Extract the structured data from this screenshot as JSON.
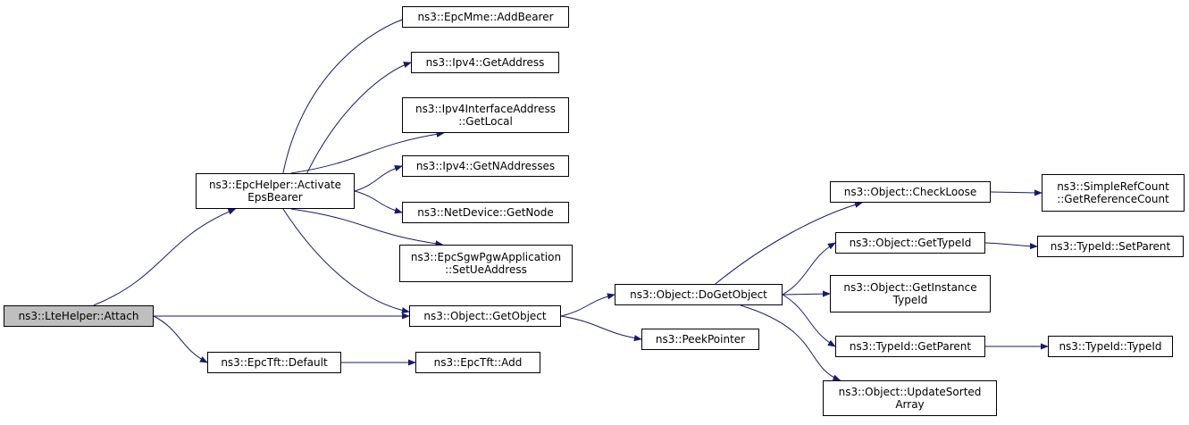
{
  "diagram": {
    "type": "call-graph",
    "colors": {
      "edge": "#191970",
      "root_fill": "#bfbfbf",
      "node_fill": "#ffffff",
      "border": "#000000"
    },
    "nodes": [
      {
        "id": "attach",
        "label": "ns3::LteHelper::Attach",
        "root": true
      },
      {
        "id": "activate",
        "label": "ns3::EpcHelper::Activate\nEpsBearer"
      },
      {
        "id": "default",
        "label": "ns3::EpcTft::Default"
      },
      {
        "id": "getobject",
        "label": "ns3::Object::GetObject"
      },
      {
        "id": "addbearer",
        "label": "ns3::EpcMme::AddBearer"
      },
      {
        "id": "getaddress",
        "label": "ns3::Ipv4::GetAddress"
      },
      {
        "id": "getlocal",
        "label": "ns3::Ipv4InterfaceAddress\n::GetLocal"
      },
      {
        "id": "getnaddresses",
        "label": "ns3::Ipv4::GetNAddresses"
      },
      {
        "id": "getnode",
        "label": "ns3::NetDevice::GetNode"
      },
      {
        "id": "setueaddress",
        "label": "ns3::EpcSgwPgwApplication\n::SetUeAddress"
      },
      {
        "id": "add",
        "label": "ns3::EpcTft::Add"
      },
      {
        "id": "dogetobject",
        "label": "ns3::Object::DoGetObject"
      },
      {
        "id": "peekpointer",
        "label": "ns3::PeekPointer"
      },
      {
        "id": "checkloose",
        "label": "ns3::Object::CheckLoose"
      },
      {
        "id": "gettypeid",
        "label": "ns3::Object::GetTypeId"
      },
      {
        "id": "getinstancetypeid",
        "label": "ns3::Object::GetInstance\nTypeId"
      },
      {
        "id": "getparent",
        "label": "ns3::TypeId::GetParent"
      },
      {
        "id": "updatesortedarray",
        "label": "ns3::Object::UpdateSorted\nArray"
      },
      {
        "id": "getreferencecount",
        "label": "ns3::SimpleRefCount\n::GetReferenceCount"
      },
      {
        "id": "setparent",
        "label": "ns3::TypeId::SetParent"
      },
      {
        "id": "typeid",
        "label": "ns3::TypeId::TypeId"
      }
    ],
    "edges": [
      {
        "from": "attach",
        "to": "activate"
      },
      {
        "from": "attach",
        "to": "getobject"
      },
      {
        "from": "attach",
        "to": "default"
      },
      {
        "from": "activate",
        "to": "addbearer"
      },
      {
        "from": "activate",
        "to": "getaddress"
      },
      {
        "from": "activate",
        "to": "getlocal"
      },
      {
        "from": "activate",
        "to": "getnaddresses"
      },
      {
        "from": "activate",
        "to": "getnode"
      },
      {
        "from": "activate",
        "to": "setueaddress"
      },
      {
        "from": "activate",
        "to": "getobject"
      },
      {
        "from": "default",
        "to": "add"
      },
      {
        "from": "getobject",
        "to": "dogetobject"
      },
      {
        "from": "getobject",
        "to": "peekpointer"
      },
      {
        "from": "dogetobject",
        "to": "checkloose"
      },
      {
        "from": "dogetobject",
        "to": "gettypeid"
      },
      {
        "from": "dogetobject",
        "to": "getinstancetypeid"
      },
      {
        "from": "dogetobject",
        "to": "getparent"
      },
      {
        "from": "dogetobject",
        "to": "updatesortedarray"
      },
      {
        "from": "checkloose",
        "to": "getreferencecount"
      },
      {
        "from": "gettypeid",
        "to": "setparent"
      },
      {
        "from": "getparent",
        "to": "typeid"
      }
    ]
  }
}
